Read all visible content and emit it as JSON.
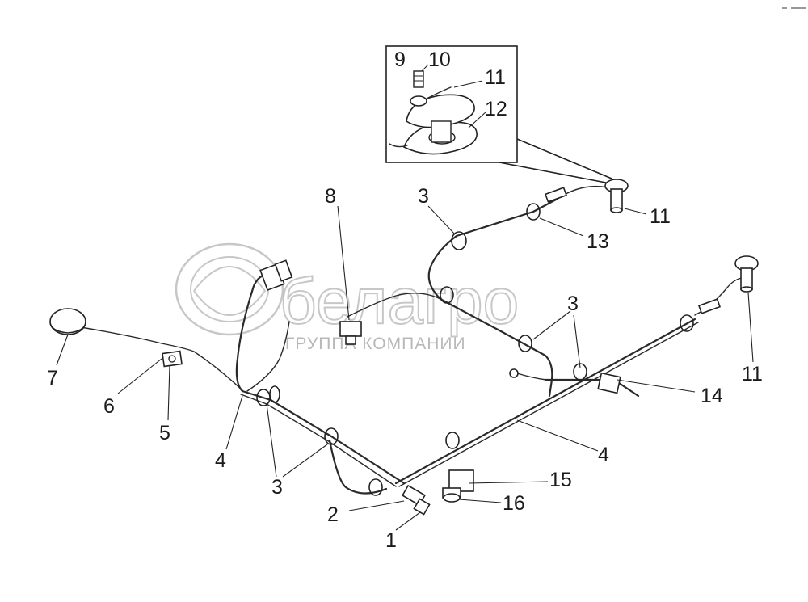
{
  "watermark": {
    "brand": "белагро",
    "subtitle": "ГРУППА КОМПАНИИ"
  },
  "callouts": {
    "inset_9": "9",
    "inset_10": "10",
    "inset_11": "11",
    "inset_12": "12",
    "c8": "8",
    "c3_top": "3",
    "c11_top": "11",
    "c13": "13",
    "c3_right": "3",
    "c11_right": "11",
    "c14": "14",
    "c4_right": "4",
    "c15": "15",
    "c16": "16",
    "c1": "1",
    "c2": "2",
    "c3_left": "3",
    "c4_left": "4",
    "c5": "5",
    "c6": "6",
    "c7": "7"
  },
  "icons": {
    "corner_mark": "small-dash-marks-icon"
  }
}
